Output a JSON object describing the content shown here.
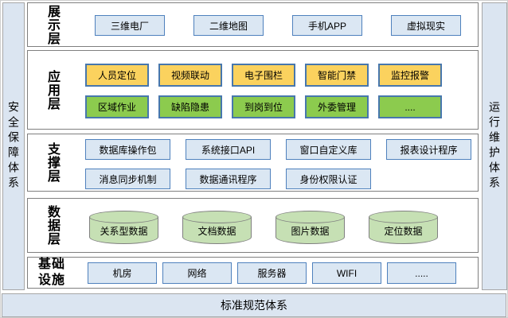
{
  "diagram": {
    "left_bar": {
      "label": "安全保障体系"
    },
    "right_bar": {
      "label": "运行维护体系"
    },
    "bottom_bar": {
      "label": "标准规范体系"
    },
    "layers": {
      "presentation": {
        "label": "展示层",
        "boxes": [
          "三维电厂",
          "二维地图",
          "手机APP",
          "虚拟现实"
        ]
      },
      "application": {
        "label": "应用层",
        "row1": [
          "人员定位",
          "视频联动",
          "电子围栏",
          "智能门禁",
          "监控报警"
        ],
        "row2": [
          "区域作业",
          "缺陷隐患",
          "到岗到位",
          "外委管理",
          "...."
        ]
      },
      "support": {
        "label": "支撑层",
        "row1": [
          "数据库操作包",
          "系统接口API",
          "窗口自定义库",
          "报表设计程序"
        ],
        "row2": [
          "消息同步机制",
          "数据通讯程序",
          "身份权限认证"
        ]
      },
      "data": {
        "label": "数据层",
        "cylinders": [
          "关系型数据",
          "文档数据",
          "图片数据",
          "定位数据"
        ]
      },
      "infrastructure": {
        "label": "基础设施",
        "boxes": [
          "机房",
          "网络",
          "服务器",
          "WIFI",
          "....."
        ]
      }
    },
    "colors": {
      "bar_fill": "#dbe5f1",
      "bar_border": "#a6a6a6",
      "panel_border": "#7f7f7f",
      "box_blue_fill": "#dbe7f3",
      "box_blue_border": "#4f81bd",
      "box_yellow_fill": "#fbd25e",
      "box_green_fill": "#8ccb4e",
      "box_accent_border": "#4777ad",
      "cylinder_fill": "#c6e0b4",
      "cylinder_border": "#808080"
    }
  }
}
